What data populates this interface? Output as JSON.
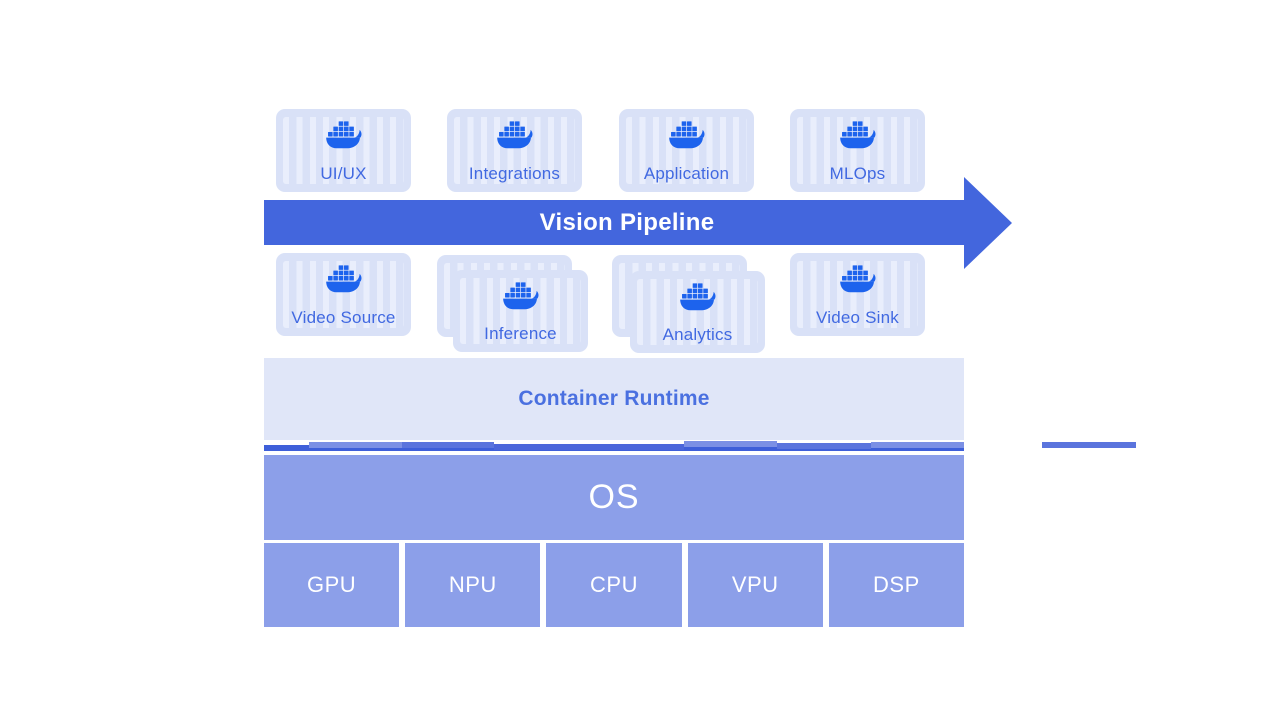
{
  "palette": {
    "docker_blue": "#1d63ed",
    "label_blue": "#4169e1",
    "container_box_bg": "#d9e1f7",
    "container_box_stripe": "#e9eefc",
    "arrow_blue": "#4366dd",
    "runtime_bg": "#e0e6f8",
    "runtime_text": "#4a70e0",
    "os_chip_blue": "#8c9fe9",
    "divider_dark": "#3e5fd9",
    "divider_mid": "#5a74dd",
    "divider_light": "#7b90e5",
    "text_white": "#ffffff"
  },
  "diagram": {
    "arrow_label": "Vision Pipeline",
    "top_row": [
      {
        "label": "UI/UX",
        "stacked": false
      },
      {
        "label": "Integrations",
        "stacked": false
      },
      {
        "label": "Application",
        "stacked": false
      },
      {
        "label": "MLOps",
        "stacked": false
      }
    ],
    "pipeline_row": [
      {
        "label": "Video Source",
        "stacked": false
      },
      {
        "label": "Inference",
        "stacked": true
      },
      {
        "label": "Analytics",
        "stacked": true
      },
      {
        "label": "Video Sink",
        "stacked": false
      }
    ],
    "runtime_label": "Container Runtime",
    "os_label": "OS",
    "hardware": [
      "GPU",
      "NPU",
      "CPU",
      "VPU",
      "DSP"
    ]
  }
}
